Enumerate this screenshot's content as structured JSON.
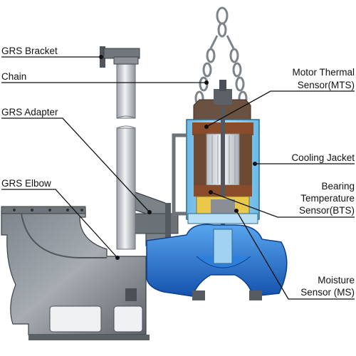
{
  "labels": {
    "grs_bracket": "GRS Bracket",
    "chain": "Chain",
    "grs_adapter": "GRS Adapter",
    "grs_elbow": "GRS Elbow",
    "motor_thermal_1": "Motor Thermal",
    "motor_thermal_2": "Sensor(MTS)",
    "cooling_jacket": "Cooling Jacket",
    "bearing_1": "Bearing",
    "bearing_2": "Temperature",
    "bearing_3": "Sensor(BTS)",
    "moisture_1": "Moisture",
    "moisture_2": "Sensor (MS)"
  },
  "colors": {
    "steel_dark": "#4f555b",
    "steel_mid": "#8a9097",
    "steel_light": "#c9ced3",
    "pipe_light": "#dfe3e6",
    "cooling_blue": "#7fc6ec",
    "volute_blue": "#1f66c6",
    "motor_brown": "#8a4b2b",
    "bearing_yellow": "#e9c84b",
    "leader": "#111111"
  }
}
